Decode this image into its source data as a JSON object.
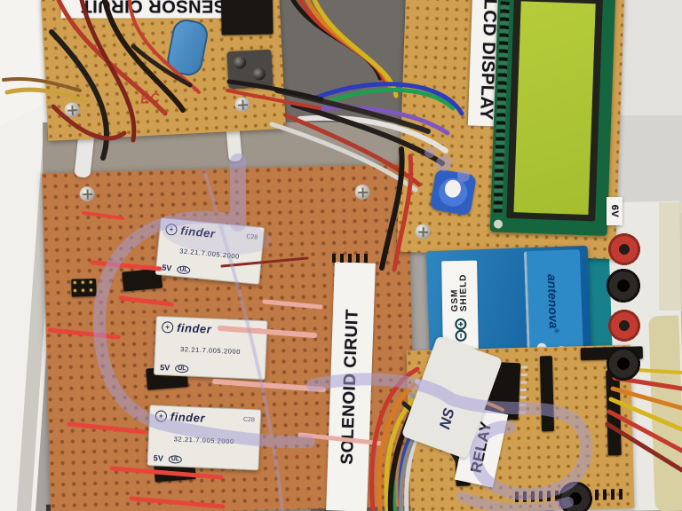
{
  "scene": {
    "description": "Photograph of an embedded electronics prototype: sensor circuit perfboard, 16x2 LCD display board, Arduino GSM shield, relay driver board and solenoid driver board mounted on a grey platform"
  },
  "labels": {
    "sensor_board": "SENSOR CIRUIT",
    "lcd_board": "LCD DISPLAY",
    "solenoid_board": "SOLENOID CIRUIT",
    "relay_board": "RELAY",
    "voltage_tag": "6V",
    "handwritten_initials": "NS"
  },
  "relay_module": {
    "brand": "finder",
    "code": "C28",
    "model": "32.21.7.005.2000",
    "voltage": "5V",
    "cert": "UL"
  },
  "gsm_shield": {
    "brand": "antenova",
    "sticker_line1": "GSM",
    "sticker_line2": "SHIELD"
  },
  "sensor_board": {
    "logo_text": "EC"
  },
  "colors": {
    "perfboard_gold": "#d0a050",
    "perfboard_terracotta": "#bf7a46",
    "platform_grey": "#a7a39f",
    "lcd_pcb_green": "#15663e",
    "lcd_screen_green": "#b4cb3a",
    "gsm_shield_blue": "#1d74ae",
    "banana_jack_red": "#c23a30",
    "watermark_lavender": "#a49cd6"
  }
}
